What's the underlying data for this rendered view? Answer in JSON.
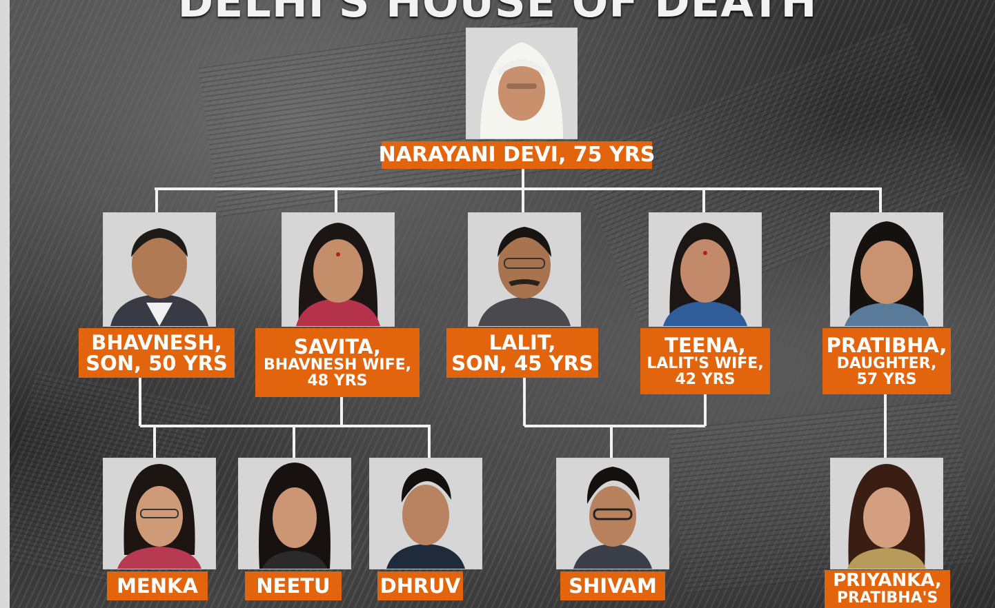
{
  "headline": "DELHI'S HOUSE OF DEATH",
  "colors": {
    "label_bg": "#e2650e",
    "label_text": "#ffffff",
    "connector": "#f2f2f2"
  },
  "root": {
    "name": "NARAYANI DEVI, 75 YRS"
  },
  "generation2": [
    {
      "line1": "BHAVNESH,",
      "line2": "SON, 50 YRS"
    },
    {
      "line1": "SAVITA,",
      "line2": "BHAVNESH WIFE,",
      "line3": "48 YRS"
    },
    {
      "line1": "LALIT,",
      "line2": "SON, 45 YRS"
    },
    {
      "line1": "TEENA,",
      "line2": "LALIT'S WIFE,",
      "line3": "42 YRS"
    },
    {
      "line1": "PRATIBHA,",
      "line2": "DAUGHTER,",
      "line3": "57 YRS"
    }
  ],
  "generation3": [
    {
      "name": "MENKA"
    },
    {
      "name": "NEETU"
    },
    {
      "name": "DHRUV"
    },
    {
      "name": "SHIVAM"
    },
    {
      "line1": "PRIYANKA,",
      "line2": "PRATIBHA'S"
    }
  ]
}
